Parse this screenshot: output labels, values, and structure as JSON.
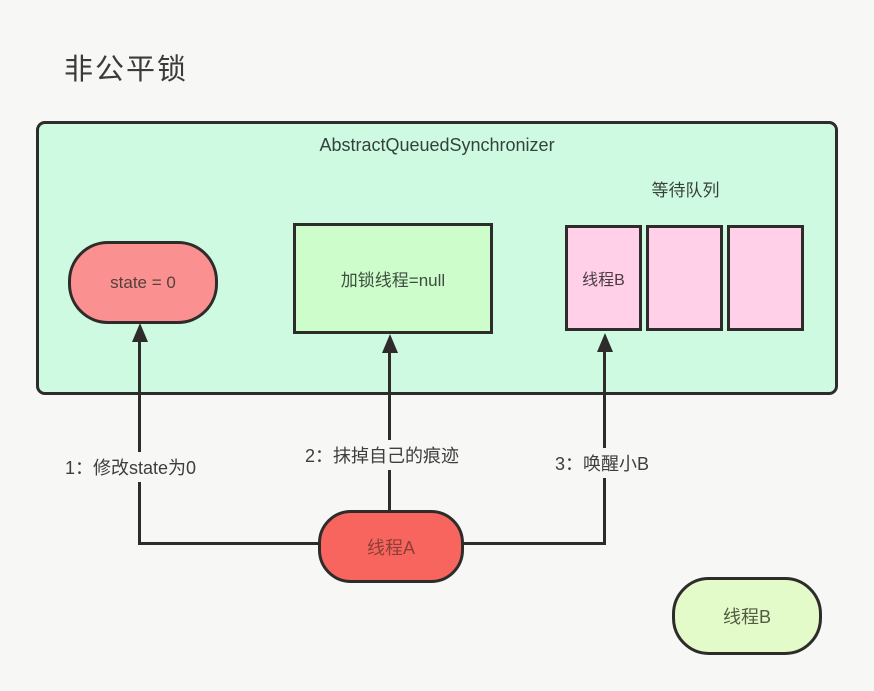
{
  "page": {
    "title": "非公平锁"
  },
  "aqs": {
    "title": "AbstractQueuedSynchronizer",
    "state_node": "state = 0",
    "lock_thread_node": "加锁线程=null",
    "queue": {
      "label": "等待队列",
      "cells": [
        "线程B",
        "",
        ""
      ]
    }
  },
  "steps": [
    {
      "label": "1：修改state为0"
    },
    {
      "label": "2：抹掉自己的痕迹"
    },
    {
      "label": "3：唤醒小B"
    }
  ],
  "threads": {
    "thread_a": "线程A",
    "thread_b": "线程B"
  },
  "colors": {
    "background": "#f7f7f5",
    "stroke": "#2e2c2a",
    "aqs_fill": "#cffae2",
    "state_fill": "#fa9190",
    "lock_thread_fill": "#cdfdcb",
    "queue_cell_fill": "#ffd0e7",
    "thread_a_fill": "#f8655e",
    "thread_b_fill": "#e3fbc9"
  }
}
